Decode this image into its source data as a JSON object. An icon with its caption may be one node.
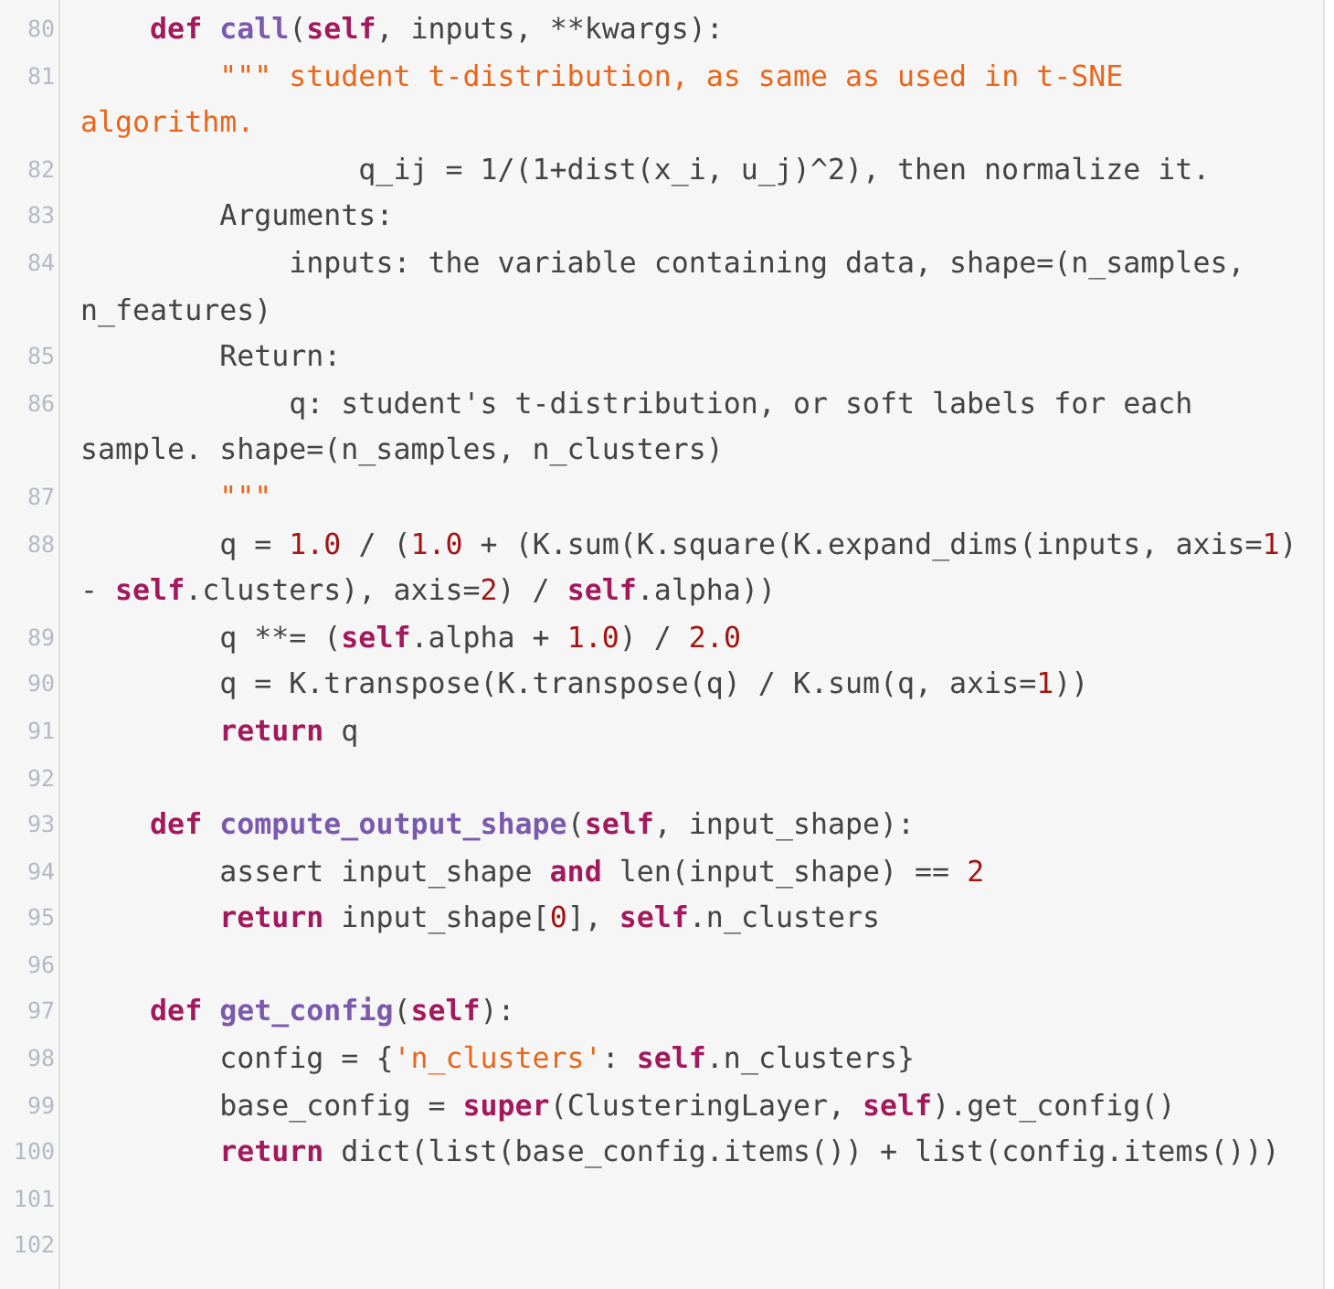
{
  "diagram": {
    "labels": [
      "80",
      "    def call(self, inputs, **kwargs):",
      "81",
      "        \"\"\" student t-distribution, as same as used in t-SNE algorithm.",
      "82",
      "                q_ij = 1/(1+dist(x_i, u_j)^2), then normalize it.",
      "83",
      "        Arguments:",
      "84",
      "            inputs: the variable containing data, shape=(n_samples, n_features)",
      "85",
      "        Return:",
      "86",
      "            q: student's t-distribution, or soft labels for each sample. shape=(n_samples, n_clusters)",
      "87",
      "        \"\"\"",
      "88",
      "        q = 1.0 / (1.0 + (K.sum(K.square(K.expand_dims(inputs, axis=1) - self.clusters), axis=2) / self.alpha))",
      "89",
      "        q **= (self.alpha + 1.0) / 2.0",
      "90",
      "        q = K.transpose(K.transpose(q) / K.sum(q, axis=1))",
      "91",
      "        return q",
      "92",
      "93",
      "    def compute_output_shape(self, input_shape):",
      "94",
      "        assert input_shape and len(input_shape) == 2",
      "95",
      "        return input_shape[0], self.n_clusters",
      "96",
      "97",
      "    def get_config(self):",
      "98",
      "        config = {'n_clusters': self.n_clusters}",
      "99",
      "        base_config = super(ClusteringLayer, self).get_config()",
      "100",
      "        return dict(list(base_config.items()) + list(config.items()))",
      "101",
      "102"
    ]
  }
}
